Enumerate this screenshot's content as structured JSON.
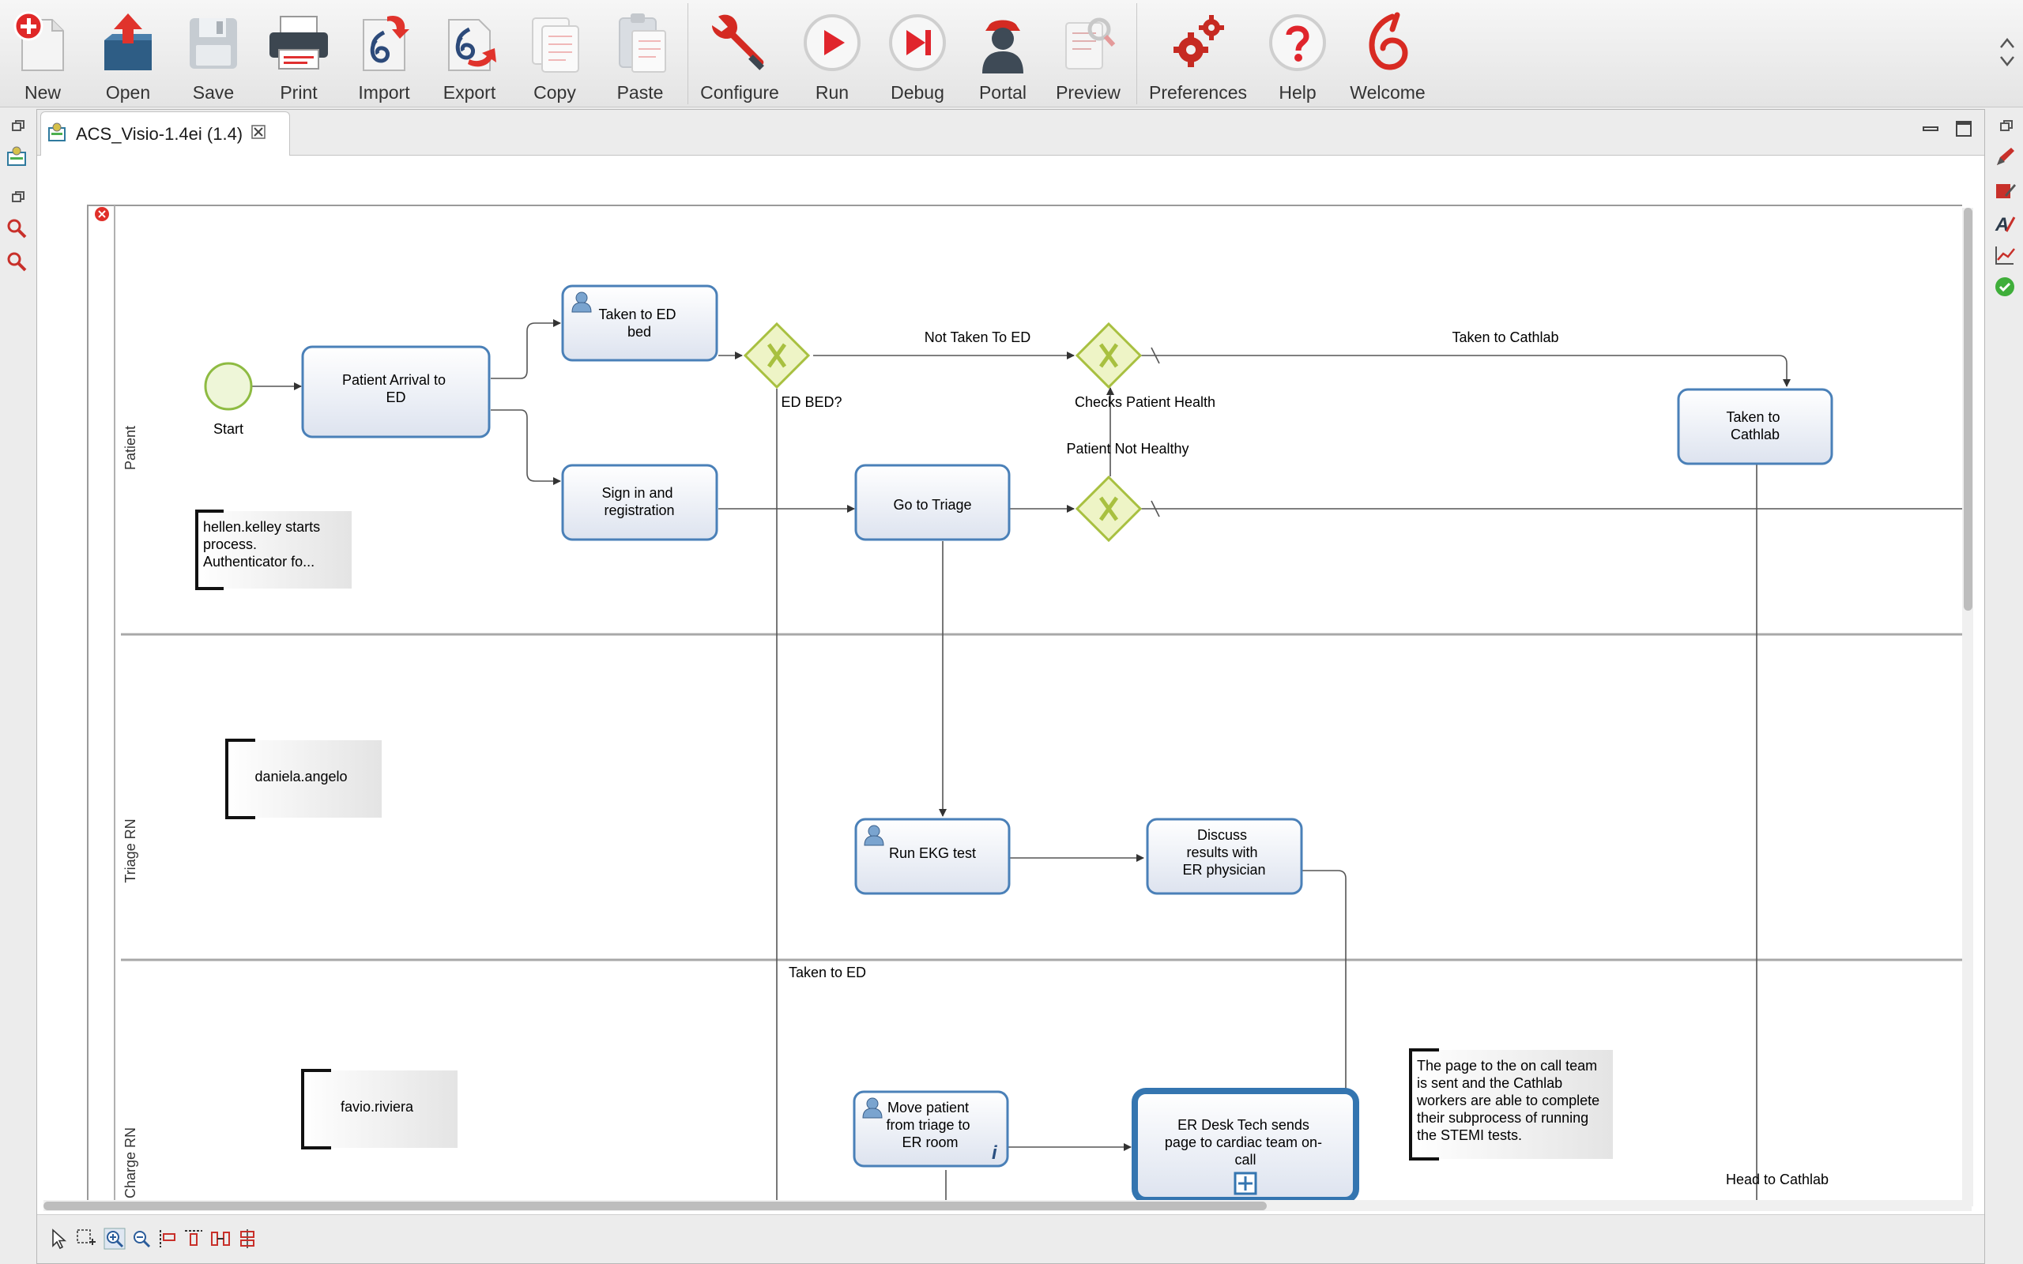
{
  "toolbar": {
    "new": "New",
    "open": "Open",
    "save": "Save",
    "print": "Print",
    "import": "Import",
    "export": "Export",
    "copy": "Copy",
    "paste": "Paste",
    "configure": "Configure",
    "run": "Run",
    "debug": "Debug",
    "portal": "Portal",
    "preview": "Preview",
    "preferences": "Preferences",
    "help": "Help",
    "welcome": "Welcome"
  },
  "editor": {
    "tab_title": "ACS_Visio-1.4ei (1.4)"
  },
  "diagram": {
    "lanes": {
      "patient": "Patient",
      "triage_rn": "Triage RN",
      "charge_rn": "Charge RN"
    },
    "events": {
      "start": "Start"
    },
    "tasks": {
      "patient_arrival": [
        "Patient Arrival to",
        "ED"
      ],
      "taken_to_ed_bed": [
        "Taken to ED",
        "bed"
      ],
      "sign_in": [
        "Sign in and",
        "registration"
      ],
      "go_to_triage": [
        "Go to Triage"
      ],
      "taken_to_cathlab": [
        "Taken to",
        "Cathlab"
      ],
      "run_ekg": [
        "Run EKG test"
      ],
      "discuss_results": [
        "Discuss",
        "results with",
        "ER physician"
      ],
      "move_patient": [
        "Move patient",
        "from triage to",
        "ER room"
      ],
      "er_desk_tech": [
        "ER Desk Tech sends",
        "page to cardiac team on-",
        "call"
      ]
    },
    "gateways": {
      "ed_bed": "ED BED?",
      "checks_health": "Checks Patient Health"
    },
    "flow_labels": {
      "not_taken_to_ed": "Not Taken To ED",
      "taken_to_cathlab": "Taken to Cathlab",
      "patient_not_healthy": "Patient Not Healthy",
      "taken_to_ed": "Taken to ED",
      "head_to_cathlab": "Head to Cathlab"
    },
    "annotations": {
      "hellen": [
        "hellen.kelley starts",
        "process.",
        "Authenticator fo..."
      ],
      "daniela": [
        "daniela.angelo"
      ],
      "favio": [
        "favio.riviera"
      ],
      "page_note": [
        "The page to the on call team",
        "is sent and the Cathlab",
        "workers are able to complete",
        "their subprocess of running",
        "the STEMI tests."
      ]
    }
  }
}
